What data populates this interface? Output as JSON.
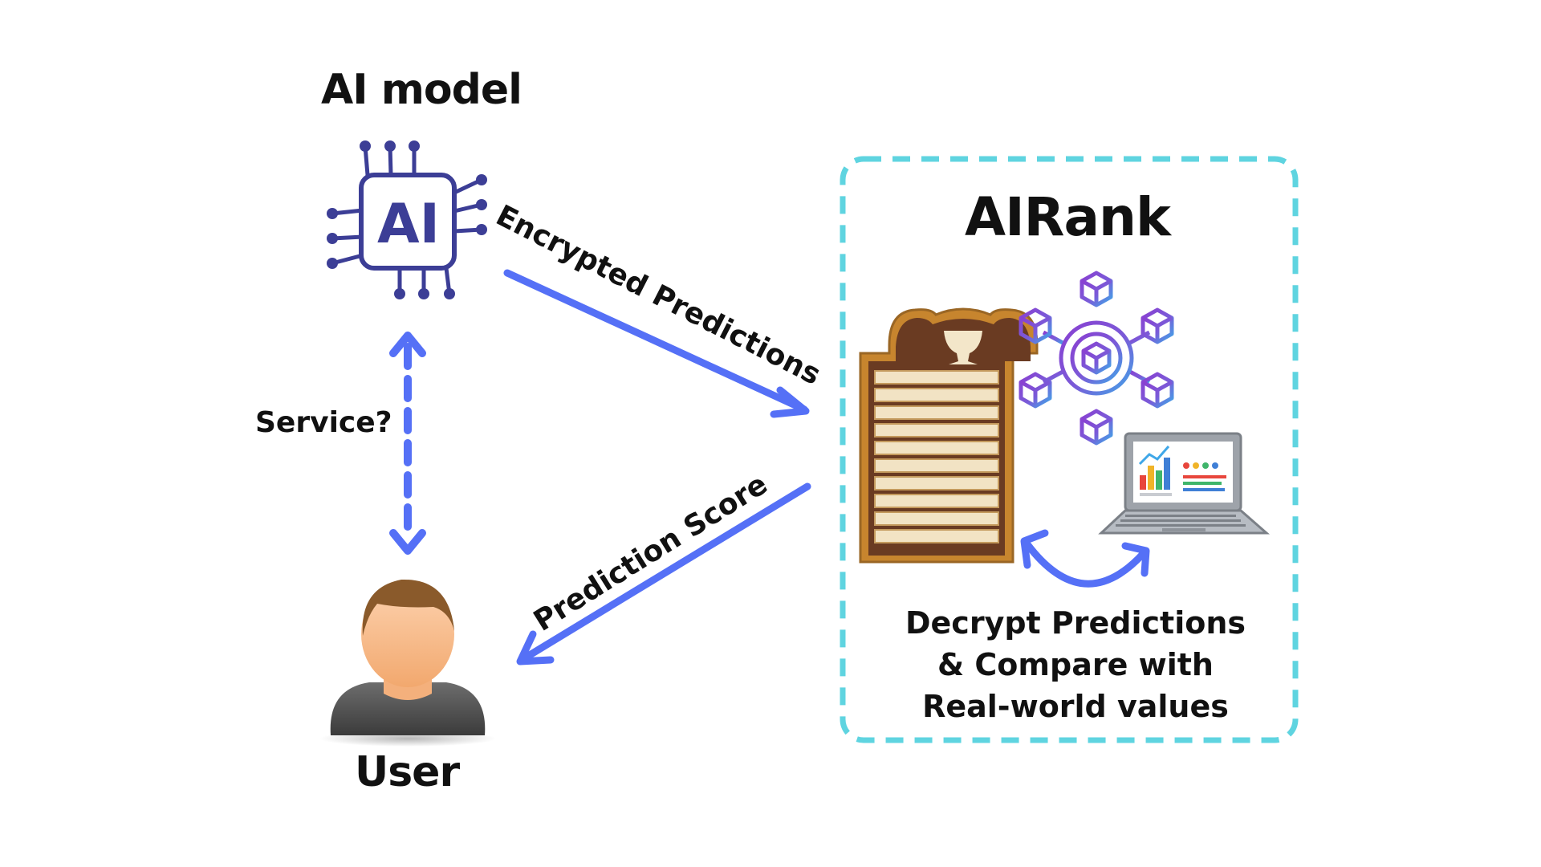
{
  "titles": {
    "ai_model": "AI model",
    "user": "User",
    "airank": "AIRank"
  },
  "labels": {
    "service": "Service?",
    "encrypted_predictions": "Encrypted Predictions",
    "prediction_score": "Prediction Score"
  },
  "chip": {
    "text": "AI"
  },
  "caption": {
    "text": "Decrypt Predictions & Compare with Real-world values"
  },
  "icons": {
    "chip": "ai-chip-icon",
    "user": "user-avatar-icon",
    "leaderboard": "trophy-leaderboard-icon",
    "blockchain": "blockchain-network-icon",
    "laptop": "laptop-analytics-icon"
  },
  "colors": {
    "arrow": "#5570f6",
    "chip": "#3c3e96",
    "container_border": "#5fd4e0",
    "text": "#111111"
  }
}
